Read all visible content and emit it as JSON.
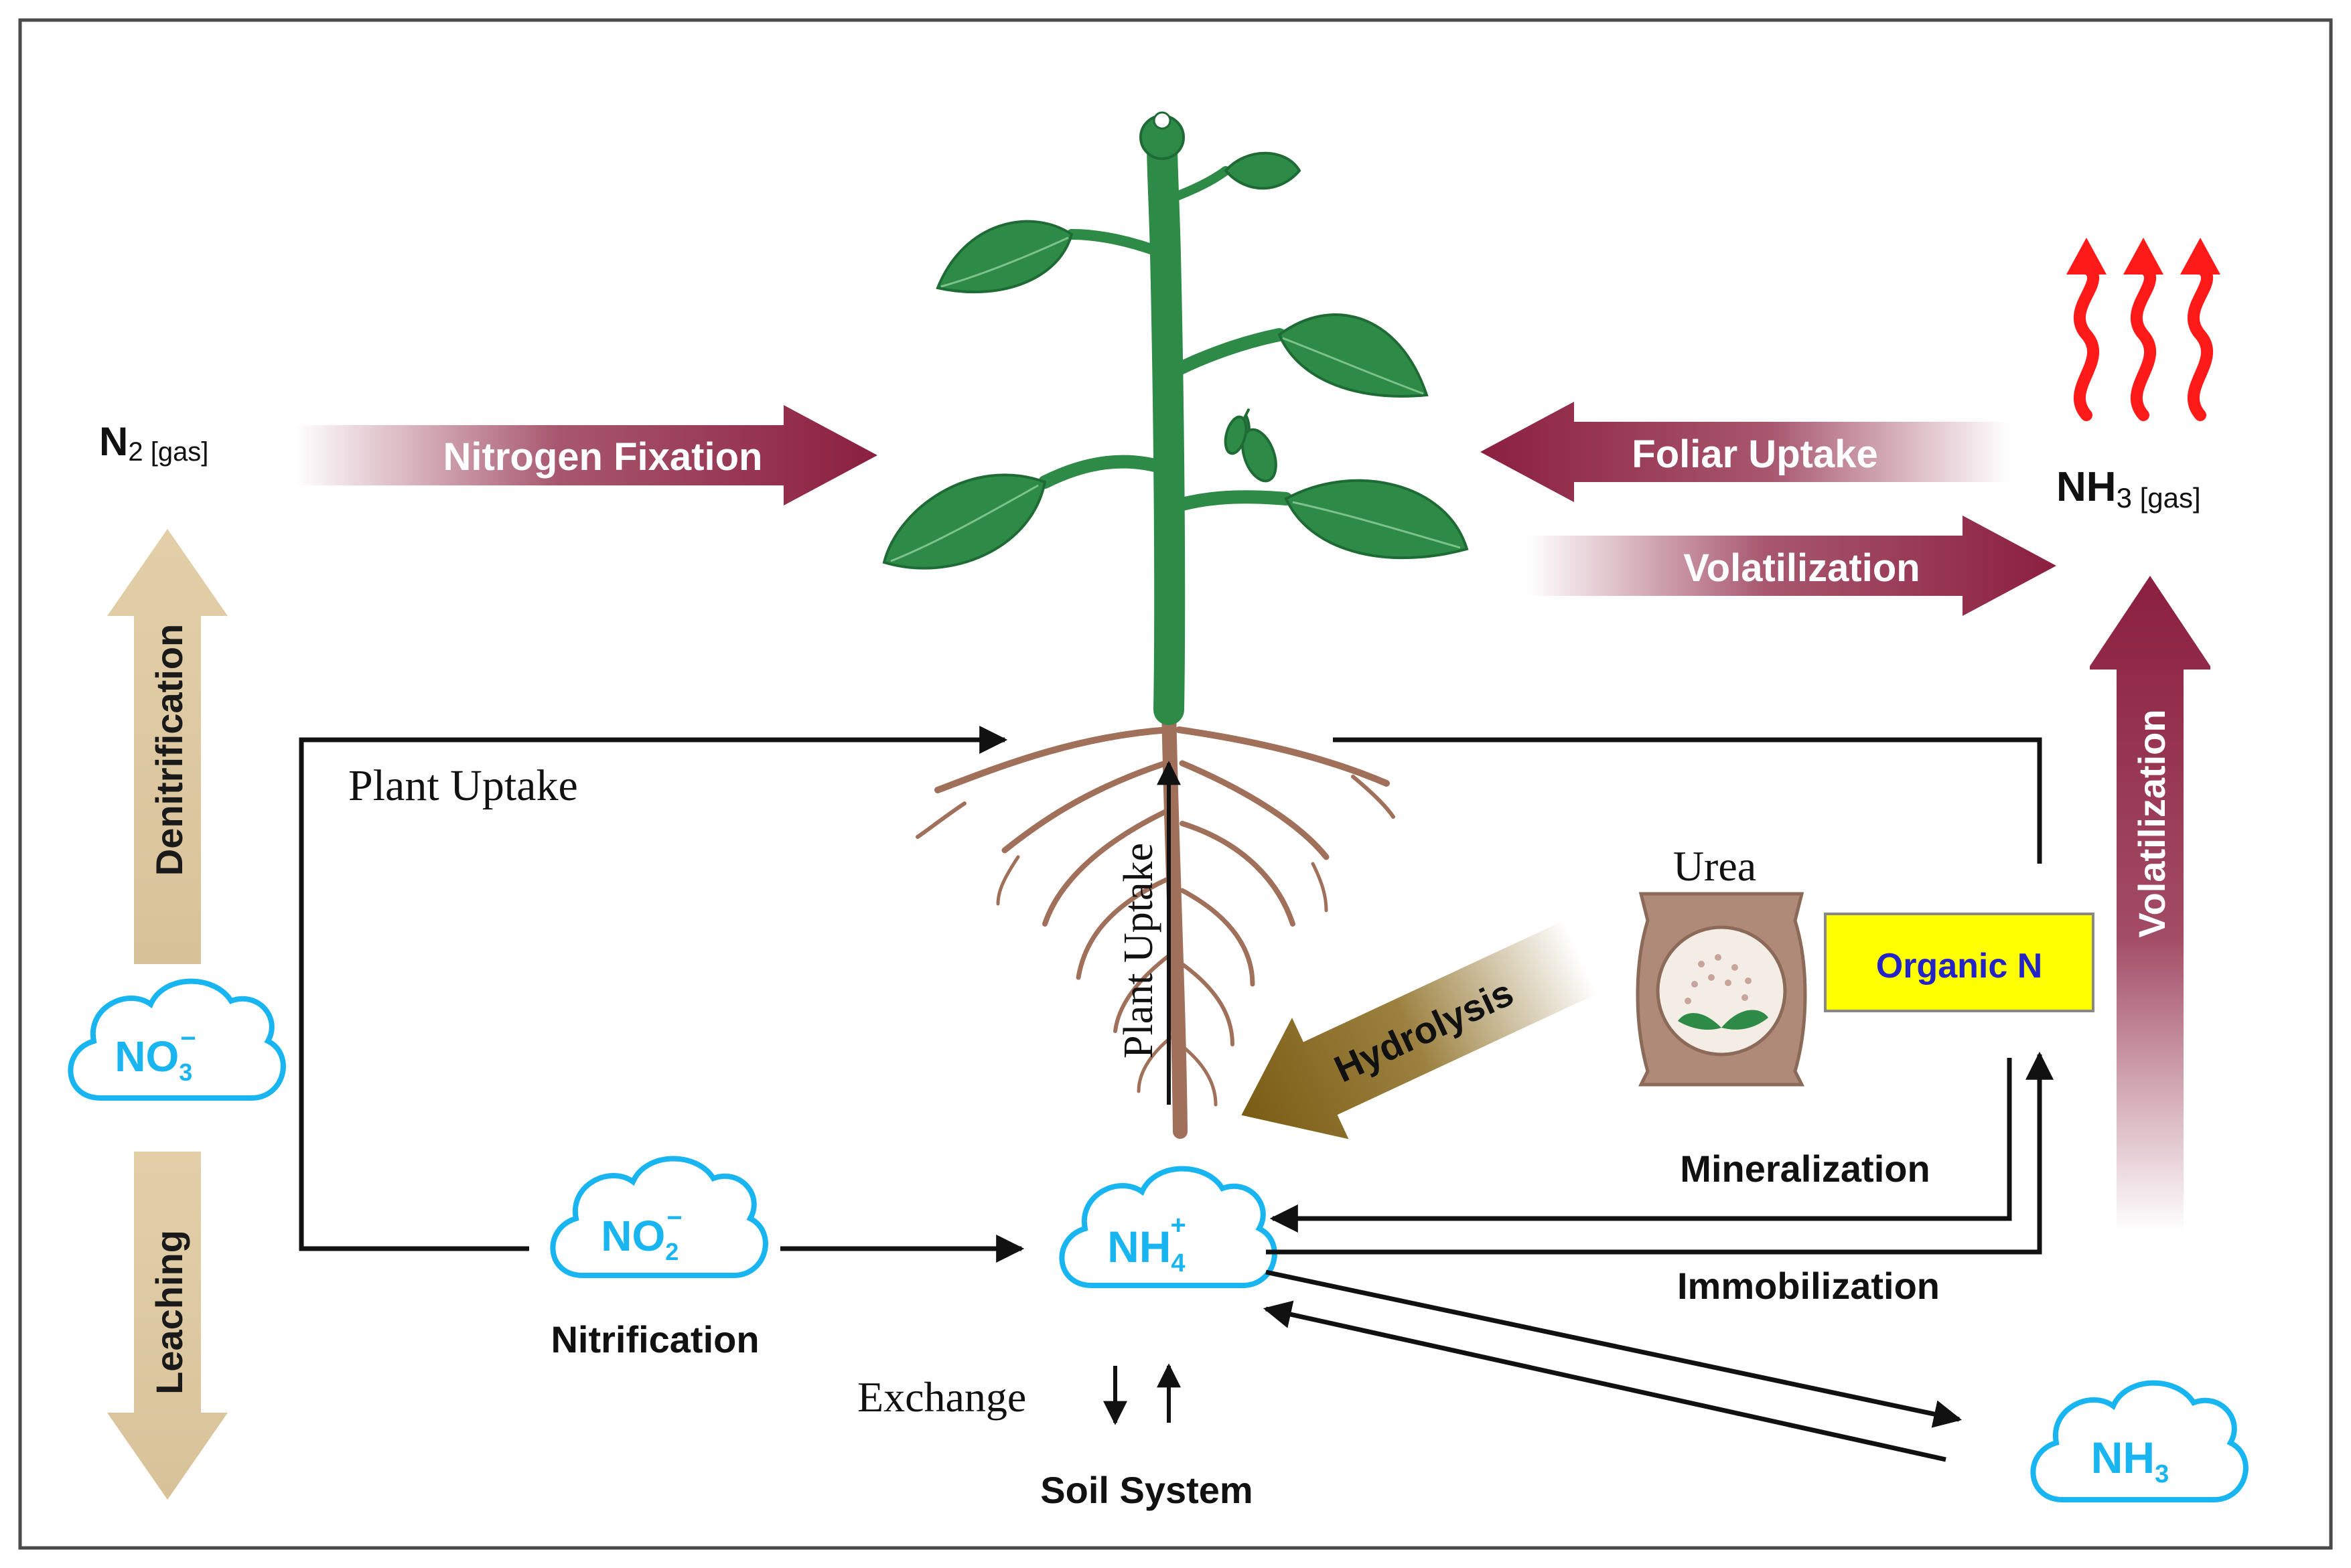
{
  "species": {
    "n2": {
      "main": "N",
      "sub": "2 [gas]"
    },
    "nh3_gas": {
      "main": "NH",
      "sub": "3 [gas]"
    },
    "no3": {
      "main": "NO",
      "sub": "3",
      "sup": "−"
    },
    "no2": {
      "main": "NO",
      "sub": "2",
      "sup": "−"
    },
    "nh4": {
      "main": "NH",
      "sub": "4",
      "sup": "+"
    },
    "nh3_soil": {
      "main": "NH",
      "sub": "3"
    }
  },
  "processes": {
    "nitrogen_fixation": "Nitrogen Fixation",
    "foliar_uptake": "Foliar Uptake",
    "volatilization_top": "Volatilization",
    "volatilization_side": "Volatilization",
    "denitrification": "Denitrification",
    "leaching": "Leaching",
    "plant_uptake_h": "Plant  Uptake",
    "plant_uptake_v": "Plant  Uptake",
    "nitrification": "Nitrification",
    "hydrolysis": "Hydrolysis",
    "mineralization": "Mineralization",
    "immobilization": "Immobilization",
    "exchange": "Exchange",
    "soil_system": "Soil System"
  },
  "sources": {
    "urea": "Urea",
    "organic_n": "Organic N"
  },
  "colors": {
    "process_arrow": "#8b1f3f",
    "denitrification_arrow": "#ddc9a4",
    "hydrolysis_arrow": "#8a6a1e",
    "cloud_outline": "#19b5f0",
    "organic_box_fill": "#ffff00",
    "organic_text": "#2323c8",
    "leaf_green": "#2e8b47",
    "root_brown": "#a0705a",
    "heat_red": "#ff1a1a"
  }
}
